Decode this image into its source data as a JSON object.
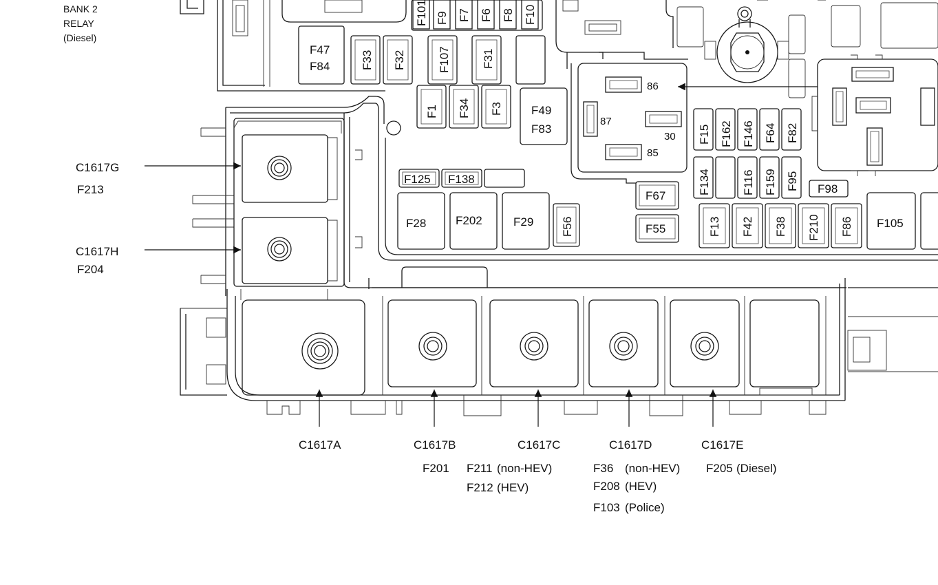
{
  "top_label": [
    "BANK 2",
    "RELAY",
    "(Diesel)"
  ],
  "fuses": {
    "F101": "F101",
    "F9": "F9",
    "F7": "F7",
    "F6": "F6",
    "F8": "F8",
    "F10": "F10",
    "F47": "F47",
    "F84": "F84",
    "F33": "F33",
    "F32": "F32",
    "F107": "F107",
    "F31": "F31",
    "F1": "F1",
    "F34": "F34",
    "F3": "F3",
    "F49": "F49",
    "F83": "F83",
    "F125": "F125",
    "F138": "F138",
    "F28": "F28",
    "F202": "F202",
    "F29": "F29",
    "F56": "F56",
    "F67": "F67",
    "F55": "F55",
    "F15": "F15",
    "F162": "F162",
    "F146": "F146",
    "F64": "F64",
    "F82": "F82",
    "F134": "F134",
    "F116": "F116",
    "F159": "F159",
    "F95": "F95",
    "F98": "F98",
    "F13": "F13",
    "F42": "F42",
    "F38": "F38",
    "F210": "F210",
    "F86": "F86",
    "F105": "F105"
  },
  "relay_pins": {
    "p86": "86",
    "p87": "87",
    "p30": "30",
    "p85": "85"
  },
  "side_connectors": {
    "g_name": "C1617G",
    "g_fuse": "F213",
    "h_name": "C1617H",
    "h_fuse": "F204"
  },
  "bottom_connectors": {
    "a": "C1617A",
    "b": "C1617B",
    "c": "C1617C",
    "d": "C1617D",
    "e": "C1617E"
  },
  "bottom_notes": {
    "b_f": "F201",
    "c_f1": "F211",
    "c_n1": "(non-HEV)",
    "c_f2": "F212",
    "c_n2": "(HEV)",
    "d_f1": "F36",
    "d_n1": "(non-HEV)",
    "d_f2": "F208",
    "d_n2": "(HEV)",
    "d_f3": "F103",
    "d_n3": "(Police)",
    "e_f": "F205",
    "e_n": "(Diesel)"
  }
}
